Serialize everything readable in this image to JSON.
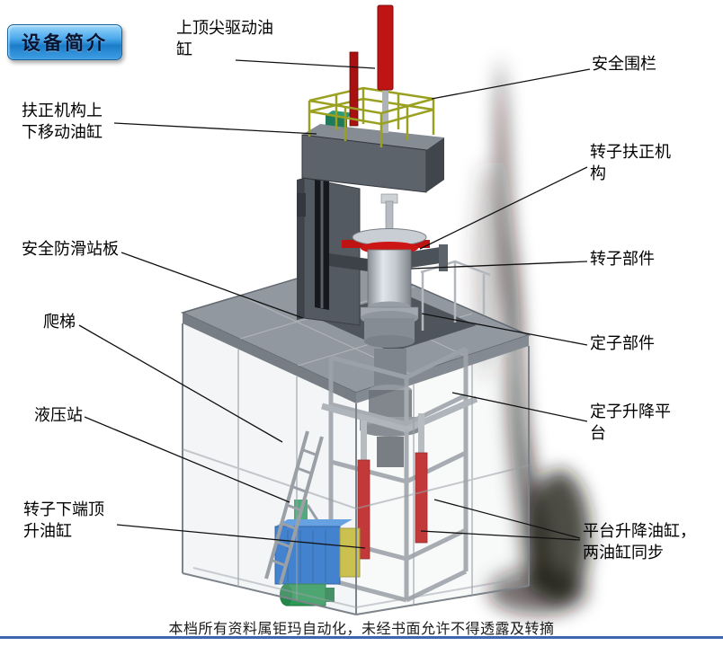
{
  "badge": {
    "label": "设备简介"
  },
  "labels": {
    "top_cylinder": "上顶尖驱动油缸",
    "safety_fence": "安全围栏",
    "centering_cylinder": "扶正机构上下移动油缸",
    "rotor_centering": "转子扶正机构",
    "antislip_board": "安全防滑站板",
    "rotor_part": "转子部件",
    "ladder": "爬梯",
    "stator_part": "定子部件",
    "hydraulic_station": "液压站",
    "stator_lift_platform": "定子升降平台",
    "rotor_bottom_cylinder": "转子下端顶升油缸",
    "platform_lift_cylinder": "平台升降油缸，两油缸同步"
  },
  "footer": {
    "text": "本档所有资料属钜玛自动化，未经书面允许不得透露及转摘"
  },
  "colors": {
    "badge_blue": "#1b7cc9",
    "cylinder_red": "#bf1414",
    "railing_yellow": "#9aa020",
    "hydraulic_blue": "#1d6ccc",
    "pump_green": "#2a9a55",
    "frame_gray": "#9ba1a8",
    "divider_blue": "#3f66b0"
  }
}
